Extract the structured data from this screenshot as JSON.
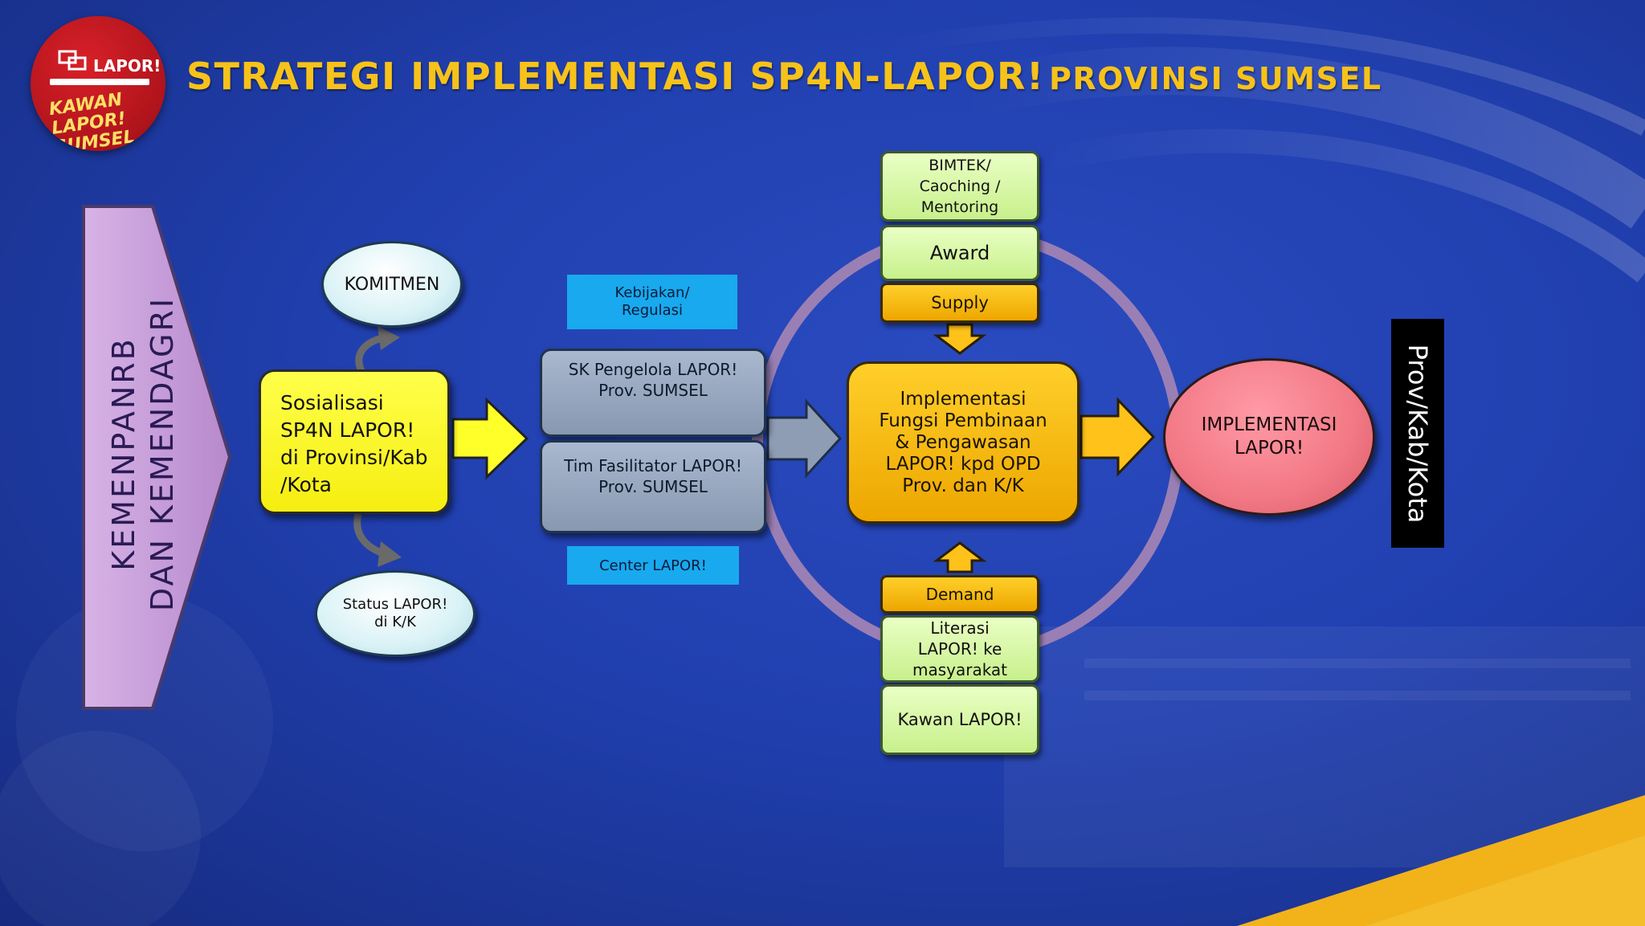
{
  "colors": {
    "background": "#2140b0",
    "title": "#f7c21a",
    "purple_arrow": "#c79ad8",
    "yellow": "#f6ee10",
    "gray": "#8898b0",
    "green": "#c8f08c",
    "gold": "#eda600",
    "cyan": "#18a9ee",
    "ring": "#9a7fb4",
    "pink": "#f27885",
    "accent_corner": "#f2b21a"
  },
  "logo": {
    "name": "LAPOR!",
    "tagline": "KAWAN LAPOR! SUMSEL"
  },
  "title": {
    "main": "STRATEGI IMPLEMENTASI SP4N-LAPOR!",
    "sub": "PROVINSI SUMSEL"
  },
  "left_arrow": {
    "line1": "KEMENPANRB",
    "line2": "DAN KEMENDAGRI"
  },
  "nodes": {
    "komitmen": "KOMITMEN",
    "status": {
      "line1": "Status LAPOR!",
      "line2": "di K/K"
    },
    "sosialisasi": [
      "Sosialisasi",
      "SP4N LAPOR!",
      "di Provinsi/Kab",
      "/Kota"
    ],
    "kebijakan": [
      "Kebijakan/",
      "Regulasi"
    ],
    "sk": [
      "SK Pengelola LAPOR!",
      "Prov. SUMSEL"
    ],
    "tim": [
      "Tim Fasilitator LAPOR!",
      "Prov. SUMSEL"
    ],
    "center": "Center LAPOR!",
    "implementasi_fungsi": [
      "Implementasi",
      "Fungsi Pembinaan",
      "& Pengawasan",
      "LAPOR! kpd OPD",
      "Prov. dan K/K"
    ],
    "bimtek": [
      "BIMTEK/",
      "Caoching /",
      "Mentoring"
    ],
    "award": "Award",
    "supply": "Supply",
    "demand": "Demand",
    "literasi": [
      "Literasi",
      "LAPOR! ke",
      "masyarakat"
    ],
    "kawan": "Kawan LAPOR!",
    "implementasi_lapor": [
      "IMPLEMENTASI",
      "LAPOR!"
    ],
    "prov_bar": "Prov/Kab/Kota"
  },
  "icons": {
    "logo": "lapor-logo-icon",
    "arrows": "block-arrow-icon"
  }
}
